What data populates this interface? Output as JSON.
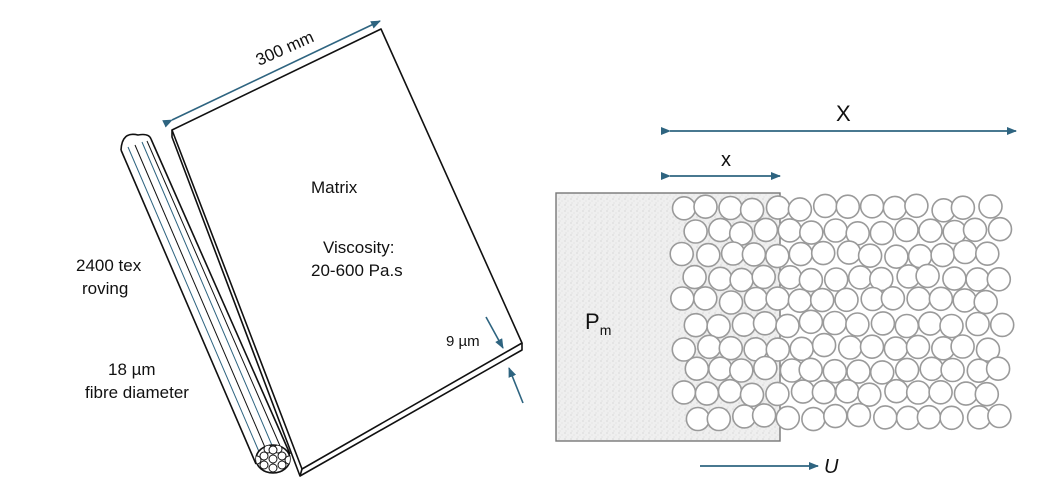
{
  "labels": {
    "plate_width": "300 mm",
    "matrix": "Matrix",
    "viscosity_line1": "Viscosity:",
    "viscosity_line2": "20-600 Pa.s",
    "plate_thickness": "9 µm",
    "roving_line1": "2400 tex",
    "roving_line2": "roving",
    "fibre_line1": "18 µm",
    "fibre_line2": "fibre diameter",
    "pressure_main": "P",
    "pressure_sub": "m",
    "total_length": "X",
    "impregnated_length": "x",
    "flow_velocity": "U"
  },
  "colors": {
    "arrow": "#2e6480",
    "outline": "#111111",
    "fibre_stroke": "#9a9a9a",
    "matrix_fill": "#ececec"
  }
}
